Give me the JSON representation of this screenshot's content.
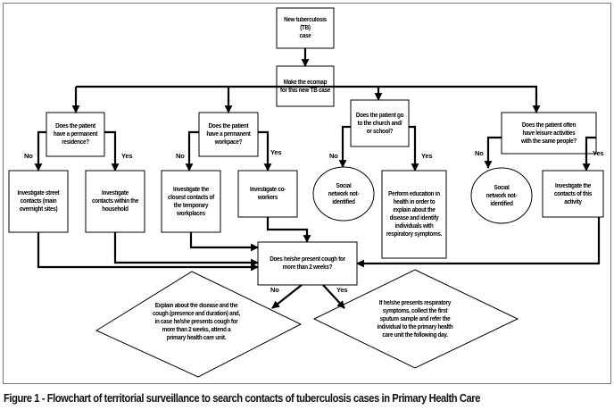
{
  "nodes": {
    "start": "New tuberculosis\n(TB)\ncase",
    "ecomap": "Make the ecomap\nfor this new TB case",
    "q_residence": "Does the patient\nhave a permanent\nresidence?",
    "q_workplace": "Does the patient\nhave a permanent\nworkpace?",
    "q_church": "Does the patient go\nto the church and/\nor school?",
    "q_leisure": "Does the patient often\nhave leisure activities\nwith the same people?",
    "street": "Investigate street\ncontacts (main\novernight sites)",
    "household": "Investigate\ncontacts within the\nhousehold",
    "temporary": "Investigate the\nclosest contacts of\nthe temporary\nworkplaces",
    "coworkers": "Investigate co-\nworkers",
    "social1": "Social\nnetwork not-\nidentified",
    "education": "Perform education in\nhealth in order to\nexplain about the\ndisease and  identify\nindividuals with\nrespiratory symptoms.",
    "social2": "Social\nnetwork not-\nidentified",
    "activity": "Investigate the\ncontacts of this\nactivity",
    "q_cough": "Does he/she present cough for\nmore than 2 weeks?",
    "explain": "Explain about the disease and the\ncough (presence and duration) and,\nin case he/she presents cough for\nmore than 2 weeks, attend a\nprimary health care unit.",
    "refer": "If he/she presents respiratory\nsymptoms, collect the first\nsputum sample and refer the\nindividual to the primary health\ncare unit the following day."
  },
  "labels": {
    "no": "No",
    "yes": "Yes"
  },
  "caption": "Figure 1 - Flowchart of territorial surveillance to search contacts of tuberculosis cases in Primary Health Care"
}
